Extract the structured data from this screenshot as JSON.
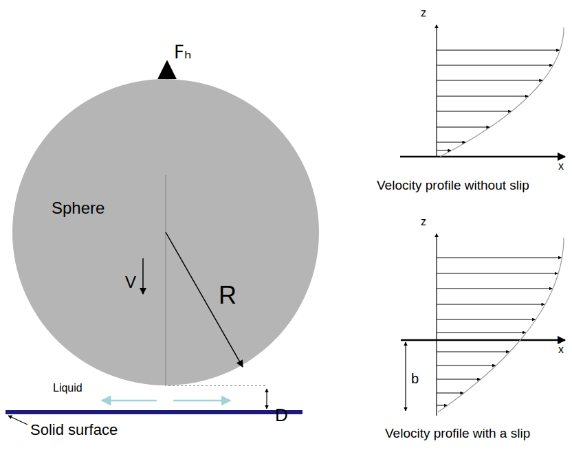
{
  "diagram": {
    "nodes": [
      {
        "text": [
          "Sphere",
          "V",
          "R"
        ]
      }
    ],
    "labels": [
      "Fₕ",
      "Liquid",
      "D",
      "Solid surface",
      "z",
      "x",
      "Velocity profile without slip",
      "z",
      "x",
      "b",
      "Velocity profile with a slip"
    ]
  }
}
